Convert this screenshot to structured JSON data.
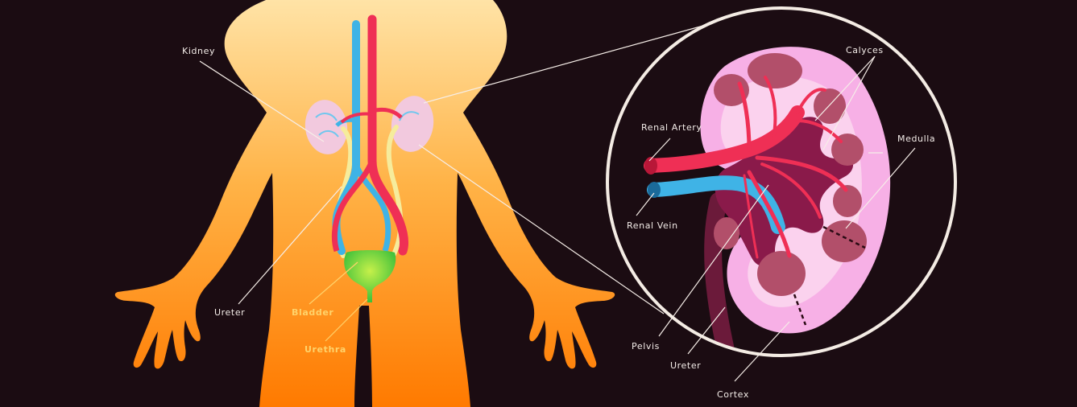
{
  "labels": {
    "kidney": "Kidney",
    "ureter_body": "Ureter",
    "bladder": "Bladder",
    "urethra": "Urethra",
    "calyces": "Calyces",
    "renal_artery": "Renal Artery",
    "medulla": "Medulla",
    "renal_vein": "Renal Vein",
    "pelvis": "Pelvis",
    "ureter_detail": "Ureter",
    "cortex": "Cortex"
  },
  "colors": {
    "background": "#1b0c12",
    "body_top": "#ffe0a0",
    "body_bottom": "#ff7b00",
    "kidney_body": "#f2c9de",
    "artery": "#ef2f55",
    "vein": "#3fb3e6",
    "ureter": "#f6ec9c",
    "bladder": "#7fd42a",
    "kidney_cortex": "#f7b0e6",
    "medulla_pyramid": "#b24f6a",
    "pelvis": "#8a1a4a",
    "yellow_label": "#ffd36b"
  }
}
